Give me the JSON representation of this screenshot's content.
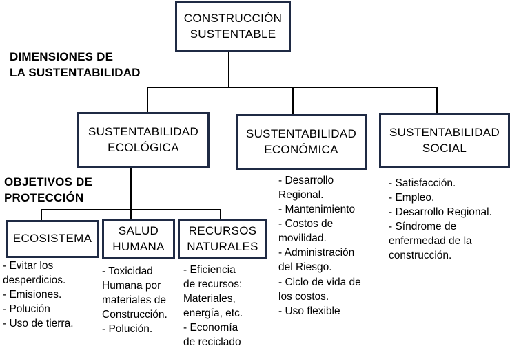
{
  "root": {
    "lines": [
      "CONSTRUCCIÓN",
      "SUSTENTABLE"
    ]
  },
  "dimensions_heading": {
    "lines": [
      "DIMENSIONES DE",
      "LA SUSTENTABILIDAD"
    ]
  },
  "objectives_heading": {
    "lines": [
      "OBJETIVOS DE",
      "PROTECCIÓN"
    ]
  },
  "dimensions": [
    {
      "lines": [
        "SUSTENTABILIDAD",
        "ECOLÓGICA"
      ]
    },
    {
      "lines": [
        "SUSTENTABILIDAD",
        "ECONÓMICA"
      ]
    },
    {
      "lines": [
        "SUSTENTABILIDAD",
        "SOCIAL"
      ]
    }
  ],
  "objectives": [
    {
      "lines": [
        "ECOSISTEMA"
      ]
    },
    {
      "lines": [
        "SALUD",
        "HUMANA"
      ]
    },
    {
      "lines": [
        "RECURSOS",
        "NATURALES"
      ]
    }
  ],
  "lists": {
    "economica": [
      "- Desarrollo",
      "Regional.",
      "- Mantenimiento",
      "- Costos de",
      "movilidad.",
      "- Administración",
      "del Riesgo.",
      "- Ciclo de vida de",
      "los costos.",
      "- Uso flexible"
    ],
    "social": [
      "- Satisfacción.",
      "- Empleo.",
      "- Desarrollo Regional.",
      "- Síndrome de",
      "enfermedad de la",
      "construcción."
    ],
    "ecosistema": [
      "- Evitar los",
      "desperdicios.",
      "- Emisiones.",
      "- Polución",
      "- Uso de tierra."
    ],
    "salud": [
      "- Toxicidad",
      "Humana por",
      "materiales de",
      "Construcción.",
      "- Polución."
    ],
    "recursos": [
      "- Eficiencia",
      "de recursos:",
      "Materiales,",
      "energía, etc.",
      "- Economía",
      "de reciclado"
    ]
  }
}
